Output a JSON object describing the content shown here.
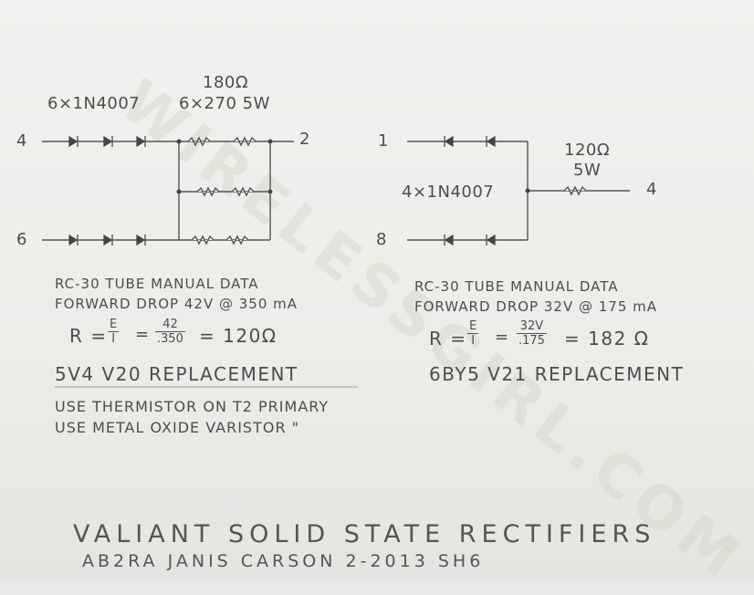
{
  "left_circuit": {
    "diode_label": "6×1N4007",
    "resistor_value": "180Ω",
    "resistor_label": "6×270 5W",
    "pin_in_top": "4",
    "pin_out": "2",
    "pin_in_bottom": "6"
  },
  "right_circuit": {
    "diode_label": "4×1N4007",
    "resistor_value": "120Ω",
    "resistor_watt": "5W",
    "pin_in_top": "1",
    "pin_out": "4",
    "pin_in_bottom": "8"
  },
  "left_notes": {
    "line1": "RC-30 TUBE MANUAL DATA",
    "line2": "FORWARD DROP 42V @ 350 mA",
    "formula_r": "R =",
    "f1_num": "E",
    "f1_den": "I",
    "eq1": "=",
    "f2_num": "42",
    "f2_den": ".350",
    "result": "= 120Ω",
    "replacement": "5V4   V20 REPLACEMENT",
    "use1": "USE THERMISTOR ON T2 PRIMARY",
    "use2": "USE METAL OXIDE VARISTOR   \""
  },
  "right_notes": {
    "line1": "RC-30 TUBE MANUAL DATA",
    "line2": "FORWARD DROP 32V @ 175 mA",
    "formula_r": "R =",
    "f1_num": "E",
    "f1_den": "I",
    "eq1": "=",
    "f2_num": "32V",
    "f2_den": ".175",
    "result": "= 182 Ω",
    "replacement": "6BY5  V21 REPLACEMENT"
  },
  "footer": {
    "title": "VALIANT  SOLID STATE  RECTIFIERS",
    "subtitle": "AB2RA   JANIS CARSON   2-2013   SH6"
  },
  "watermark": "WIRELESSGIRL.COM"
}
